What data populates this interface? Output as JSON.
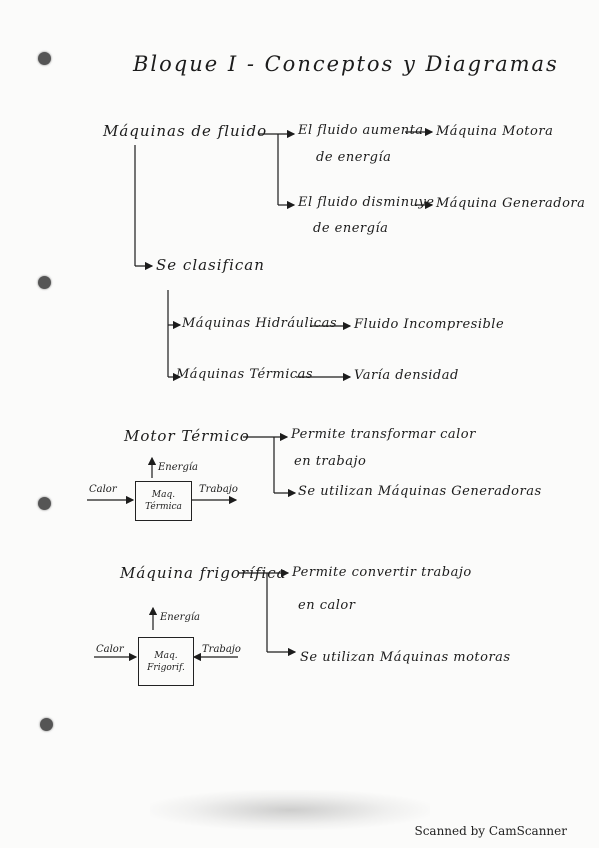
{
  "title": "Bloque I - Conceptos y Diagramas",
  "section1": {
    "heading": "Máquinas de fluido",
    "branch_a": {
      "line1": "El fluido aumenta",
      "line2": "de energía",
      "result": "Máquina Motora"
    },
    "branch_b": {
      "line1": "El fluido disminuye",
      "line2": "de energía",
      "result": "Máquina Generadora"
    },
    "classify": "Se clasifican",
    "type_a": {
      "label": "Máquinas Hidráulicas",
      "result": "Fluido Incompresible"
    },
    "type_b": {
      "label": "Máquinas Térmicas",
      "result": "Varía densidad"
    }
  },
  "section2": {
    "heading": "Motor Térmico",
    "point1": {
      "line1": "Permite transformar calor",
      "line2": "en trabajo"
    },
    "point2": "Se utilizan Máquinas Generadoras",
    "diagram": {
      "top": "Energía",
      "left": "Calor",
      "right": "Trabajo",
      "box_line1": "Maq.",
      "box_line2": "Térmica"
    }
  },
  "section3": {
    "heading": "Máquina frigorífica",
    "point1": {
      "line1": "Permite convertir trabajo",
      "line2": "en calor"
    },
    "point2": "Se utilizan Máquinas motoras",
    "diagram": {
      "top": "Energía",
      "left": "Calor",
      "right": "Trabajo",
      "box_line1": "Maq.",
      "box_line2": "Frigorif."
    }
  },
  "footer": "Scanned by CamScanner"
}
